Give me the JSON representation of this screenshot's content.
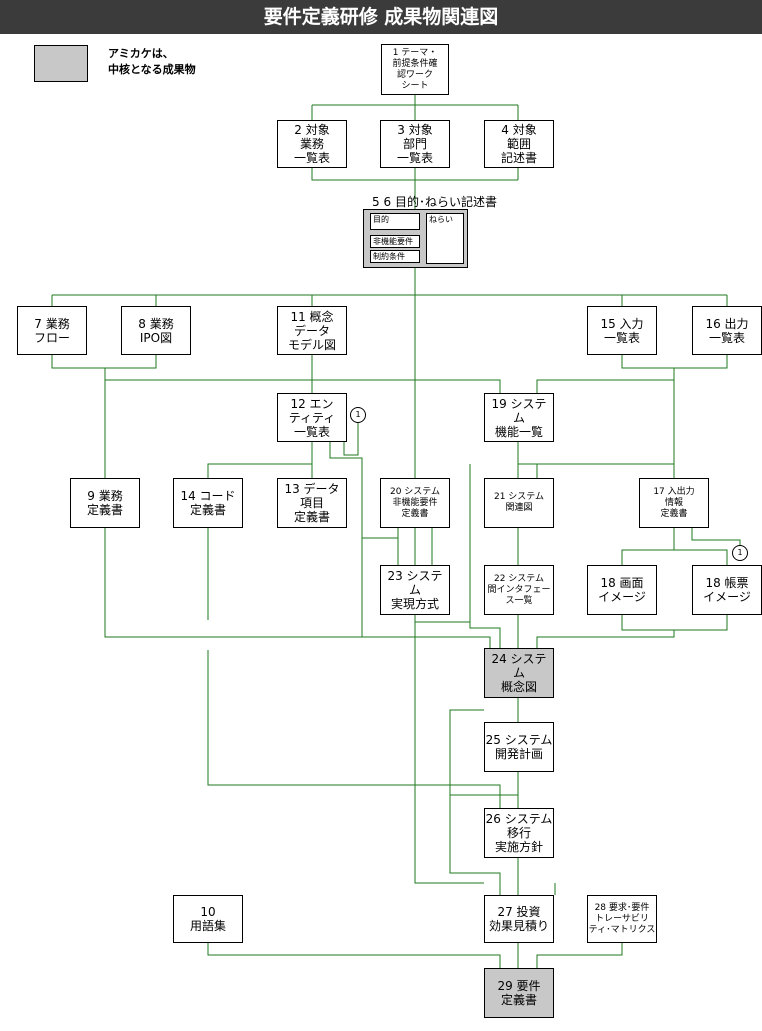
{
  "header": {
    "title": "要件定義研修  成果物関連図"
  },
  "legend": {
    "text": "アミカケは、\n中核となる成果物"
  },
  "goal": {
    "title": "5 6 目的･ねらい記述書",
    "purpose": "目的",
    "nonfunctional": "非機能要件",
    "constraints": "制約条件",
    "aims": "ねらい"
  },
  "nodes": {
    "n1": "1 テーマ・\n前提条件確\n認ワーク\nシート",
    "n2": "2 対象\n業務\n一覧表",
    "n3": "3 対象\n部門\n一覧表",
    "n4": "4 対象\n範囲\n記述書",
    "n7": "7 業務\nフロー",
    "n8": "8 業務\nIPO図",
    "n11": "11 概念\nデータ\nモデル図",
    "n15": "15 入力\n一覧表",
    "n16": "16 出力\n一覧表",
    "n12": "12 エン\nティティ\n一覧表",
    "n19": "19 システ\nム\n機能一覧",
    "n9": "9 業務\n定義書",
    "n14": "14 コード\n定義書",
    "n13": "13 データ\n項目\n定義書",
    "n20": "20 システム\n非機能要件\n定義書",
    "n21": "21 システム\n関連図",
    "n17": "17 入出力\n情報\n定義書",
    "n23": "23 システ\nム\n実現方式",
    "n22": "22 システム\n間インタフェー\nス一覧",
    "n18a": "18 画面\nイメージ",
    "n18b": "18 帳票\nイメージ",
    "n24": "24 システ\nム\n概念図",
    "n25": "25 システム\n開発計画",
    "n26": "26 システム\n移行\n実施方針",
    "n10": "10\n用語集",
    "n27": "27 投資\n効果見積り",
    "n28": "28 要求･要件\nトレーサビリ\nティ･マトリクス",
    "n29": "29 要件\n定義書"
  },
  "markers": {
    "m1": "1",
    "m2": "1"
  },
  "colors": {
    "header_bg": "#3b3b3b",
    "core_fill": "#c8c8c8",
    "connector": "#1e7a1e"
  }
}
